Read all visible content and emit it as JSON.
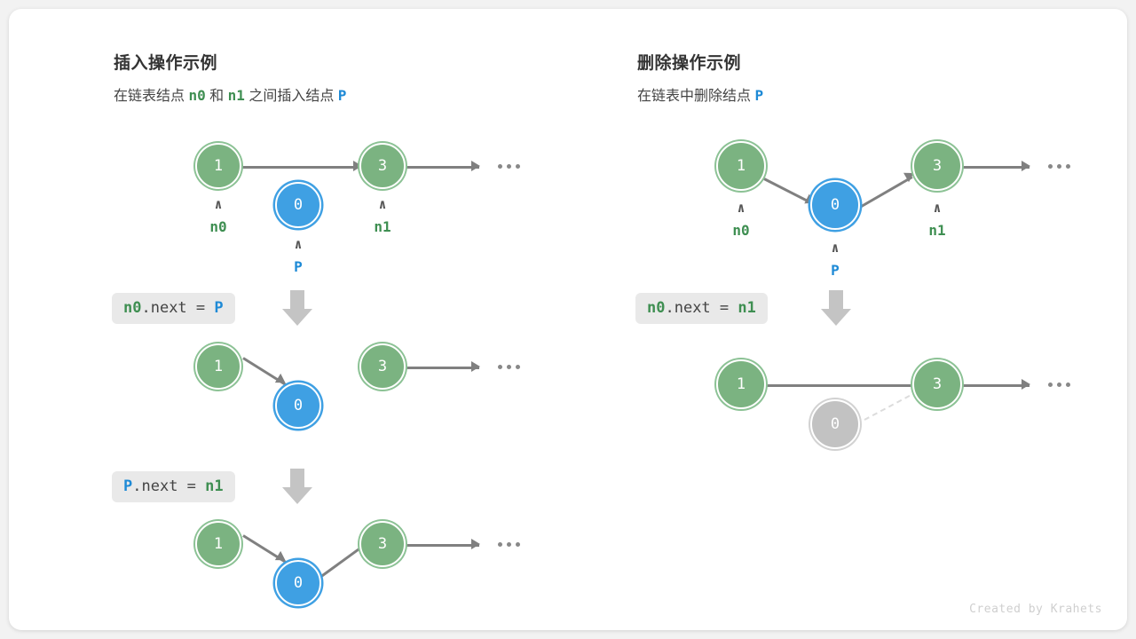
{
  "credit": "Created by Krahets",
  "panels": [
    {
      "title": "插入操作示例",
      "subtitle_parts": [
        "在链表结点 ",
        "n0",
        " 和 ",
        "n1",
        " 之间插入结点 ",
        "P"
      ],
      "steps": [
        {
          "code_parts": [
            "n0",
            ".next = ",
            "P"
          ]
        },
        {
          "code_parts": [
            "P",
            ".next = ",
            "n1"
          ]
        }
      ],
      "rows": [
        {
          "nodes": [
            {
              "value": "1",
              "color": "green",
              "pointer": "n0",
              "pointer_color": "green"
            },
            {
              "value": "0",
              "color": "blue",
              "pointer": "P",
              "pointer_color": "blue"
            },
            {
              "value": "3",
              "color": "green",
              "pointer": "n1",
              "pointer_color": "green"
            }
          ],
          "ellipsis": "..."
        },
        {
          "nodes": [
            {
              "value": "1",
              "color": "green"
            },
            {
              "value": "0",
              "color": "blue"
            },
            {
              "value": "3",
              "color": "green"
            }
          ],
          "ellipsis": "..."
        },
        {
          "nodes": [
            {
              "value": "1",
              "color": "green"
            },
            {
              "value": "0",
              "color": "blue"
            },
            {
              "value": "3",
              "color": "green"
            }
          ],
          "ellipsis": "..."
        }
      ]
    },
    {
      "title": "删除操作示例",
      "subtitle_parts": [
        "在链表中删除结点 ",
        "P"
      ],
      "steps": [
        {
          "code_parts": [
            "n0",
            ".next = ",
            "n1"
          ]
        }
      ],
      "rows": [
        {
          "nodes": [
            {
              "value": "1",
              "color": "green",
              "pointer": "n0",
              "pointer_color": "green"
            },
            {
              "value": "0",
              "color": "blue",
              "pointer": "P",
              "pointer_color": "blue"
            },
            {
              "value": "3",
              "color": "green",
              "pointer": "n1",
              "pointer_color": "green"
            }
          ],
          "ellipsis": "..."
        },
        {
          "nodes": [
            {
              "value": "1",
              "color": "green"
            },
            {
              "value": "0",
              "color": "grey"
            },
            {
              "value": "3",
              "color": "green"
            }
          ],
          "ellipsis": "..."
        }
      ]
    }
  ],
  "colors": {
    "green": "#7bb381",
    "blue": "#3fa0e3",
    "grey": "#c2c2c2",
    "edge": "#808080",
    "label_green": "#3f8f52",
    "label_blue": "#1e8ad6",
    "chip_bg": "#e9e9e9"
  }
}
